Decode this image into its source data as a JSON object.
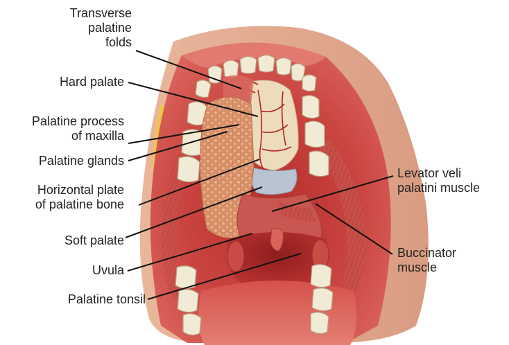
{
  "labels": {
    "transverse_palatine_folds": "Transverse\npalatine\nfolds",
    "hard_palate": "Hard palate",
    "palatine_process_of_maxilla": "Palatine process\nof maxilla",
    "palatine_glands": "Palatine glands",
    "horizontal_plate_of_palatine_bone": "Horizontal plate\nof palatine bone",
    "soft_palate": "Soft palate",
    "uvula": "Uvula",
    "palatine_tonsil": "Palatine tonsil",
    "levator_veli_palatini_muscle": "Levator veli\npalatini muscle",
    "buccinator_muscle": "Buccinator\nmuscle"
  },
  "colors": {
    "label_text": "#222222",
    "leader_line": "#111111",
    "tissue": "#c9433f",
    "hard_palate": "#ecdcbc",
    "teeth": "#f1ebd6"
  }
}
